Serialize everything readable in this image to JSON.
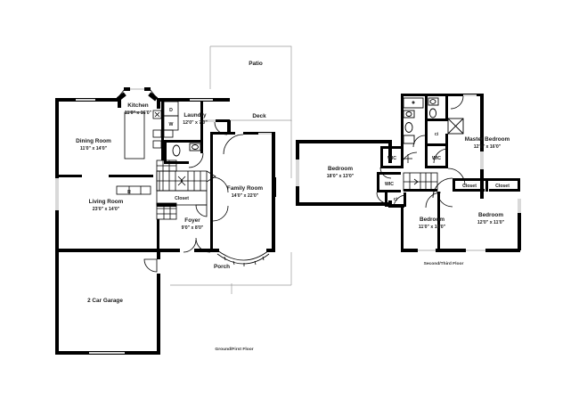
{
  "document": {
    "type": "floor-plan",
    "floors": [
      {
        "id": "ground",
        "label": "Ground/First Floor"
      },
      {
        "id": "second",
        "label": "Second/Third Floor"
      }
    ]
  },
  "ground_floor": {
    "label": "Ground/First Floor",
    "rooms": [
      {
        "id": "dining-room",
        "name": "Dining Room",
        "dimensions": "11'0\" x 14'0\""
      },
      {
        "id": "living-room",
        "name": "Living Room",
        "dimensions": "23'0\" x 14'0\""
      },
      {
        "id": "kitchen",
        "name": "Kitchen",
        "dimensions": "11'0\" x 16'0\""
      },
      {
        "id": "laundry",
        "name": "Laundry",
        "dimensions": "12'0\" x 7'0\""
      },
      {
        "id": "family-room",
        "name": "Family Room",
        "dimensions": "14'0\" x 22'0\""
      },
      {
        "id": "foyer",
        "name": "Foyer",
        "dimensions": "9'0\" x 8'0\""
      },
      {
        "id": "garage",
        "name": "2 Car Garage",
        "dimensions": ""
      },
      {
        "id": "porch",
        "name": "Porch",
        "dimensions": ""
      },
      {
        "id": "deck",
        "name": "Deck",
        "dimensions": ""
      },
      {
        "id": "patio",
        "name": "Patio",
        "dimensions": ""
      },
      {
        "id": "closet",
        "name": "Closet",
        "dimensions": ""
      }
    ],
    "appliances": [
      {
        "id": "dryer",
        "label": "D"
      },
      {
        "id": "washer",
        "label": "W"
      },
      {
        "id": "refrigerator",
        "label": "R"
      }
    ]
  },
  "second_floor": {
    "label": "Second/Third Floor",
    "rooms": [
      {
        "id": "bedroom-large",
        "name": "Bedroom",
        "dimensions": "18'0\" x 13'0\""
      },
      {
        "id": "master-bedroom",
        "name": "Master Bedroom",
        "dimensions": "12'0\" x 16'0\""
      },
      {
        "id": "bedroom-front",
        "name": "Bedroom",
        "dimensions": "12'0\" x 11'0\""
      },
      {
        "id": "bedroom-middle",
        "name": "Bedroom",
        "dimensions": "11'0\" x 10'0\""
      }
    ],
    "closets": [
      {
        "id": "wic-1",
        "label": "WIC"
      },
      {
        "id": "wic-2",
        "label": "WIC"
      },
      {
        "id": "wic-3",
        "label": "WIC"
      },
      {
        "id": "cl-1",
        "label": "Cl"
      },
      {
        "id": "cl-2",
        "label": "Cl"
      },
      {
        "id": "closet-1",
        "label": "Closet"
      },
      {
        "id": "closet-2",
        "label": "Closet"
      }
    ]
  },
  "colors": {
    "wall": "#000000",
    "window": "#d9d9d9",
    "background": "#ffffff",
    "text": "#1a1a1a",
    "thin_line": "#9a9a9a"
  }
}
